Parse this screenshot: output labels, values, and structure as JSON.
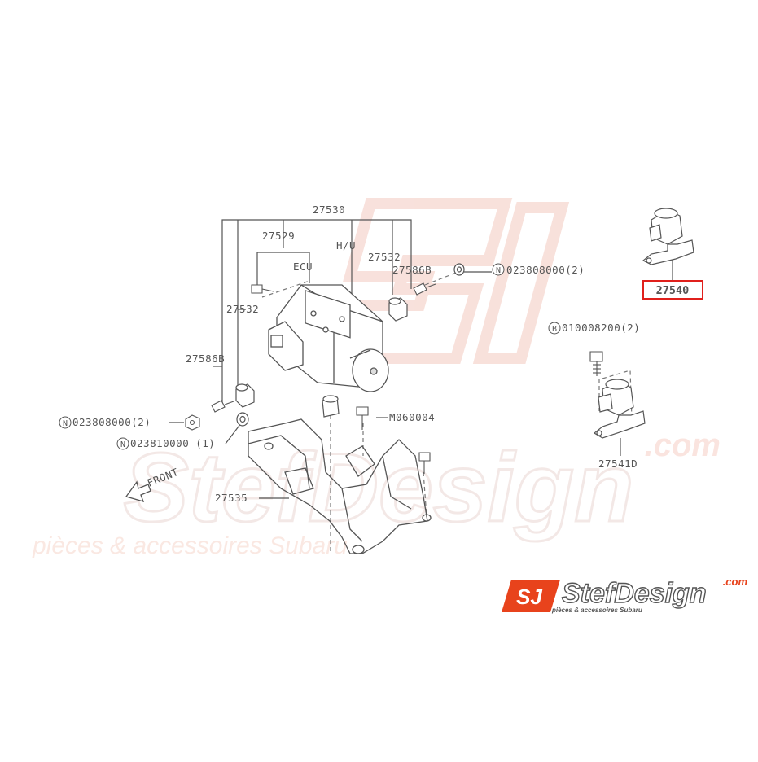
{
  "watermark": {
    "brand": "StefDesign",
    "dotcom": ".com",
    "tagline": "pièces & accessoires Subaru"
  },
  "logo": {
    "mark": "SJ",
    "brand": "StefDesign",
    "dotcom": ".com",
    "tagline": "pièces & accessoires Subaru"
  },
  "labels": {
    "assembly": "27530",
    "bracket_27529": "27529",
    "hu": "H/U",
    "ecu": "ECU",
    "cushion_right": "27532",
    "cushion_left": "27532",
    "bolt_right": "27586B",
    "bolt_left": "27586B",
    "nut_right": "023808000(2)",
    "nut_left": "023808000(2)",
    "nut_lower": "023810000 (1)",
    "bolt_m": "M060004",
    "bracket_main": "27535",
    "front": "FRONT",
    "sensor_highlight": "27540",
    "bolt_b": "010008200(2)",
    "sensor_lower": "27541D"
  },
  "prefixes": {
    "n": "N",
    "b": "B"
  },
  "colors": {
    "line": "#555555",
    "highlight": "#e0201c",
    "watermark": "#f6dcd6",
    "brand_red": "#e8431c"
  }
}
